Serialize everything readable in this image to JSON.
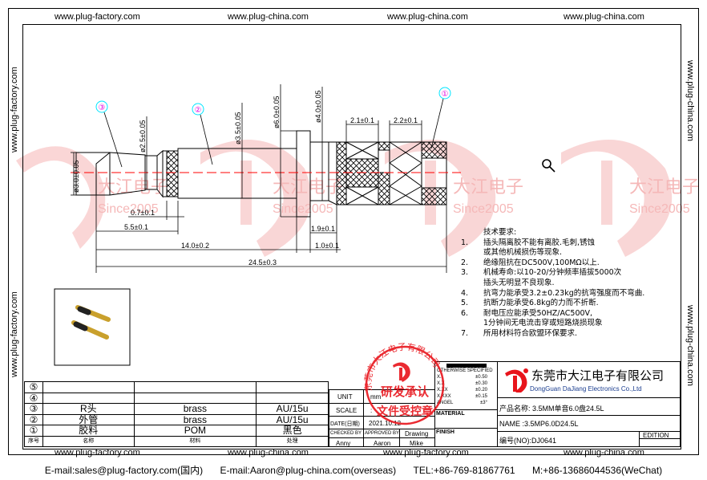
{
  "watermarks": {
    "top": [
      "www.plug-factory.com",
      "www.plug-china.com",
      "www.plug-china.com",
      "www.plug-china.com"
    ],
    "bottom": [
      "www.plug-factory.com",
      "www.plug-china.com",
      "www.plug-factory.com",
      "www.plug-china.com"
    ],
    "left": "www.plug-factory.com",
    "right": "www.plug-china.com",
    "brand_cn": "大江电子",
    "brand_since": "Since2005"
  },
  "footer": {
    "email1": "E-mail:sales@plug-factory.com(国内)",
    "email2": "E-mail:Aaron@plug-china.com(overseas)",
    "tel": "TEL:+86-769-81867761",
    "mobile": "M:+86-13686044536(WeChat)"
  },
  "drawing": {
    "balloons": [
      "①",
      "②",
      "③"
    ],
    "dims": {
      "d30": "ø3.0±0.05",
      "d25": "ø2.5±0.05",
      "d35": "ø3.5±0.05",
      "d60": "ø6.0±0.05",
      "d40": "ø4.0±0.05",
      "l07": "0.7±0.1",
      "l55": "5.5±0.1",
      "l140": "14.0±0.2",
      "l245": "24.5±0.3",
      "l19": "1.9±0.1",
      "l10": "1.0±0.1",
      "l21": "2.1±0.1",
      "l22": "2.2±0.1"
    }
  },
  "requirements": {
    "title": "技术要求:",
    "items": [
      {
        "n": "1.",
        "lines": [
          "插头隔离胶不能有离胶.毛刺,锈蚀",
          "或其他机械损伤等现象."
        ]
      },
      {
        "n": "2.",
        "lines": [
          "绝缘阻抗在DC500V,100MΩ以上."
        ]
      },
      {
        "n": "3.",
        "lines": [
          "机械寿命:以10-20/分钟频率插拔5000次",
          "插头无明显不良现象."
        ]
      },
      {
        "n": "4.",
        "lines": [
          "抗弯力能承受3.2±0.23kg的抗弯强度而不弯曲."
        ]
      },
      {
        "n": "5.",
        "lines": [
          "抗断力能承受6.8kg的力而不折断."
        ]
      },
      {
        "n": "6.",
        "lines": [
          "耐电压应能承受50HZ/AC500V,",
          "1分钟间无电流击穿或短路烧损现象"
        ]
      },
      {
        "n": "7.",
        "lines": [
          "所用材料符合欧盟环保要求."
        ]
      }
    ]
  },
  "parts": {
    "rows": [
      {
        "no": "⑤",
        "name": "",
        "material": "",
        "finish": ""
      },
      {
        "no": "④",
        "name": "",
        "material": "",
        "finish": ""
      },
      {
        "no": "③",
        "name": "R头",
        "material": "brass",
        "finish": "AU/15u"
      },
      {
        "no": "②",
        "name": "外管",
        "material": "brass",
        "finish": "AU/15u"
      },
      {
        "no": "①",
        "name": "胶料",
        "material": "POM",
        "finish": "黑色"
      }
    ],
    "header": {
      "no": "序号",
      "name": "名称",
      "material": "材料",
      "finish": "处理"
    }
  },
  "titleblock": {
    "unit_label": "UNIT",
    "unit_value": "mm",
    "scale_label": "SCALE",
    "scale_value": ":",
    "date_label": "DATE(日期)",
    "date_value": "2021.10.12",
    "checked_label": "CHECKED BY",
    "approved_label": "APPROVED BY",
    "drawing_label": "Drawing",
    "checked_by": "Anny",
    "approved_by": "Aaron",
    "drawn_by": "Mike",
    "tol_header": "OTHERWISE SPECIFIED",
    "tolerances": [
      {
        "k": "X.",
        "v": "±0.50"
      },
      {
        "k": "X.X",
        "v": "±0.30"
      },
      {
        "k": "X.XX",
        "v": "±0.20"
      },
      {
        "k": "X.XXX",
        "v": "±0.15"
      },
      {
        "k": "ANGEL",
        "v": "±3°"
      }
    ],
    "material_label": "MATERIAL",
    "finish_label": "FINISH",
    "company_cn": "东莞市大江电子有限公司",
    "company_en": "DongGuan DaJiang Electronics Co.,Ltd",
    "product_name": "产品名称: 3.5MM单音6.0盘24.5L",
    "name": "NAME :3.5MP6.0D24.5L",
    "number": "编号(NO):DJ0641",
    "edition_label": "EDITION"
  },
  "stamp": {
    "ring": "东莞市大江电子有限公司",
    "line1": "研发承认",
    "line2": "文件受控章"
  },
  "colors": {
    "brand_red": "#e8141b",
    "watermark_pink": "#f7c5c5",
    "balloon_cyan": "#00e5ff",
    "balloon_magenta": "#e000e0",
    "centerline": "#ff0000"
  }
}
